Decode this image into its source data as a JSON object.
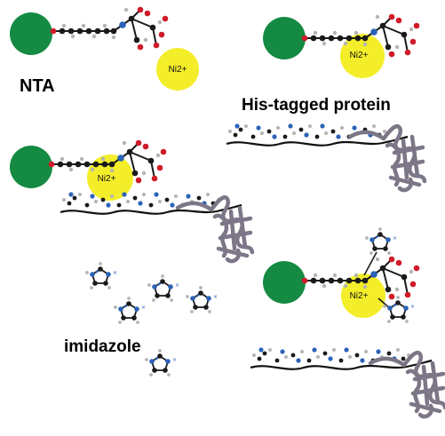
{
  "labels": {
    "nta": "NTA",
    "his_tagged_protein": "His-tagged protein",
    "imidazole": "imidazole",
    "ni_ion": "Ni2+"
  },
  "colors": {
    "bead": "#148a42",
    "nickel": "#f4ee2a",
    "protein": "#7c7687",
    "backbone": "#111111",
    "carbon": "#1a1a1a",
    "hydrogen": "#b4b4b4",
    "nitrogen": "#2a63b8",
    "oxygen": "#d01b28"
  },
  "icons": {
    "bead": "green-agarose-bead",
    "ion": "nickel-ion",
    "protein": "folded-protein-ribbon",
    "molecule": "imidazole-ring"
  }
}
